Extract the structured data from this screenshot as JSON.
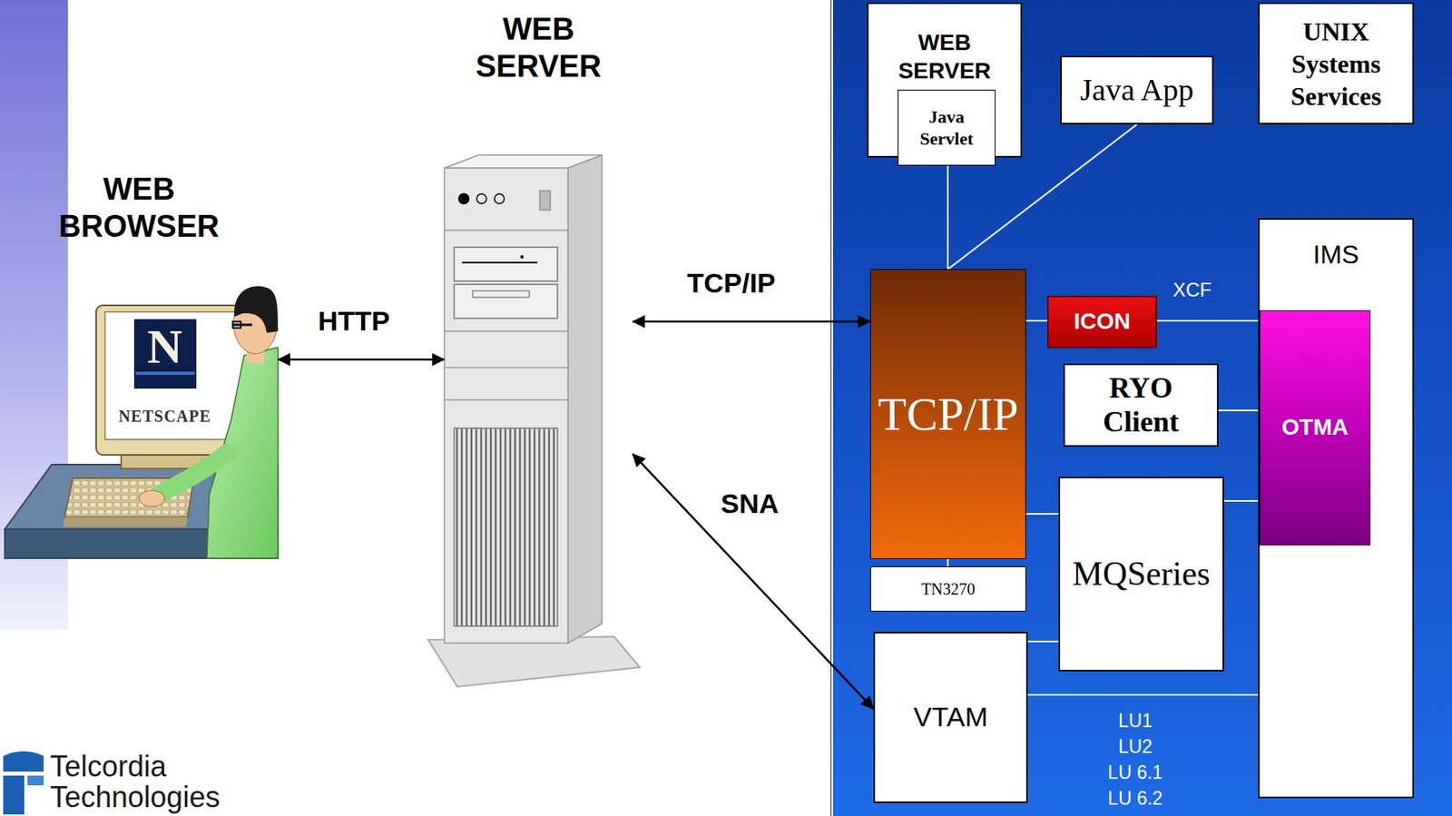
{
  "diagram": {
    "nodes": [
      {
        "text": [
          "WEB BROWSER"
        ]
      },
      {
        "text": [
          "WEB SERVER"
        ]
      },
      {
        "text": [
          "WEB SERVER"
        ]
      },
      {
        "text": [
          "Java Servlet"
        ],
        "in": 2
      },
      {
        "text": [
          "Java App"
        ]
      },
      {
        "text": [
          "UNIX Systems Services"
        ]
      },
      {
        "text": [
          "TCP/IP"
        ]
      },
      {
        "text": [
          "IMS"
        ]
      },
      {
        "text": [
          "ICON"
        ]
      },
      {
        "text": [
          "RYO Client"
        ]
      },
      {
        "text": [
          "OTMA"
        ],
        "in": 7
      },
      {
        "text": [
          "MQSeries"
        ]
      },
      {
        "text": [
          "TN3270"
        ]
      },
      {
        "text": [
          "VTAM"
        ]
      }
    ],
    "edges": [
      {
        "from": 0,
        "to": 1,
        "label": "HTTP",
        "arrow": "both"
      },
      {
        "from": 1,
        "to": 6,
        "label": "TCP/IP",
        "arrow": "both"
      },
      {
        "from": 1,
        "to": 13,
        "label": "SNA",
        "arrow": "both"
      },
      {
        "from": 2,
        "to": 6,
        "arrow": "none"
      },
      {
        "from": 4,
        "to": 6,
        "arrow": "none"
      },
      {
        "from": 6,
        "to": 8,
        "arrow": "none"
      },
      {
        "from": 8,
        "to": 10,
        "label": "XCF",
        "arrow": "none"
      },
      {
        "from": 9,
        "to": 10,
        "arrow": "none"
      },
      {
        "from": 6,
        "to": 11,
        "arrow": "none"
      },
      {
        "from": 11,
        "to": 10,
        "arrow": "none"
      },
      {
        "from": 6,
        "to": 12,
        "arrow": "none"
      },
      {
        "from": 13,
        "to": 11,
        "arrow": "none"
      },
      {
        "from": 13,
        "to": 7,
        "arrow": "none"
      }
    ],
    "labels": [
      "N",
      "NETSCAPE",
      "LU1",
      "LU2",
      "LU 6.1",
      "LU 6.2",
      "Telcordia",
      "Technologies"
    ]
  }
}
